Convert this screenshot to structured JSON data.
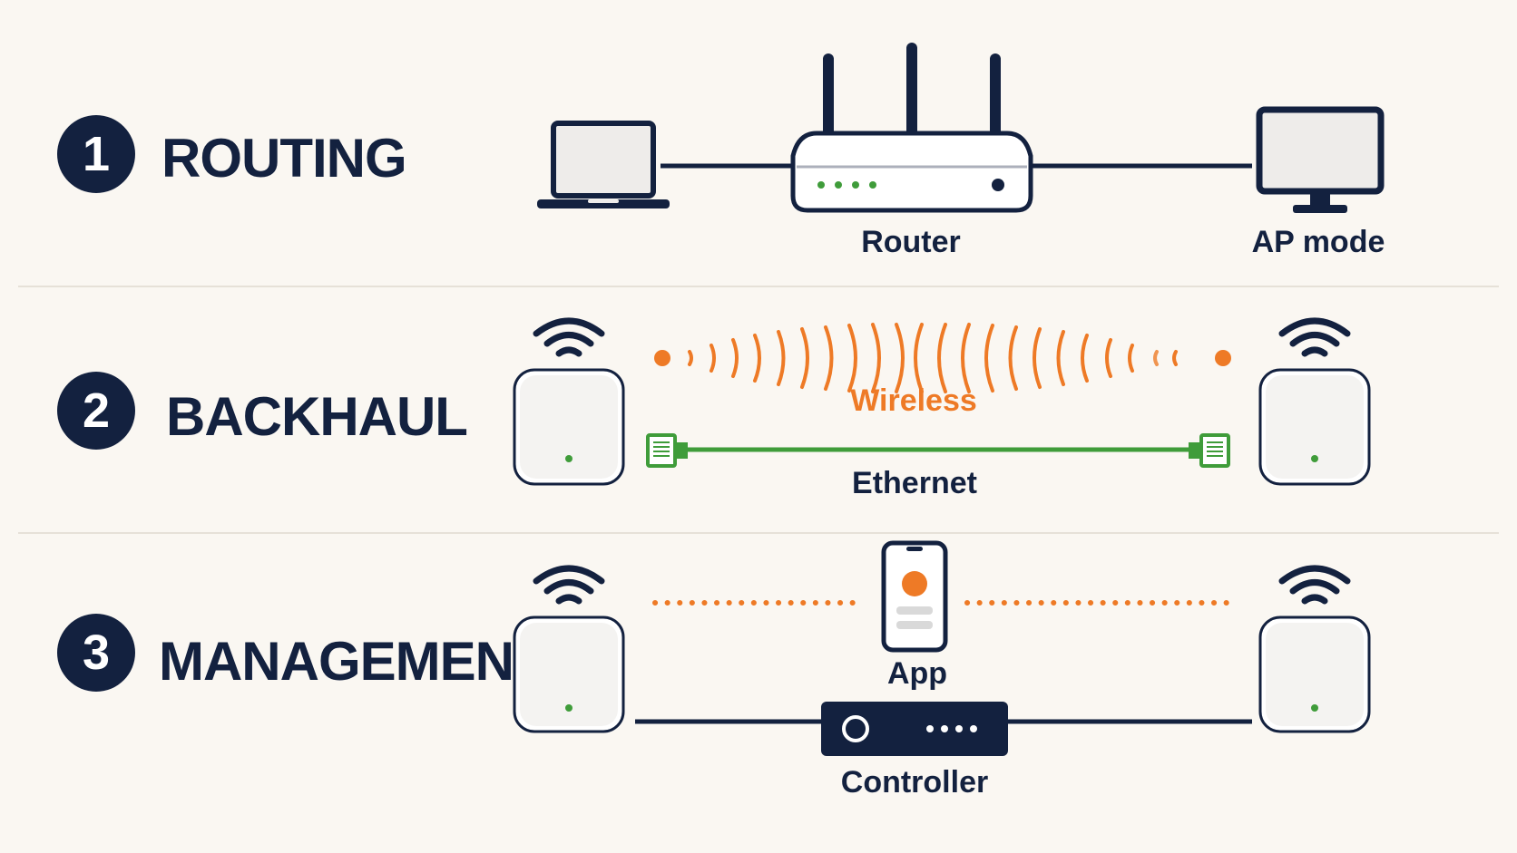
{
  "colors": {
    "navy": "#13213f",
    "orange": "#ee7a26",
    "green": "#3f9c3a",
    "background": "#faf7f2",
    "divider": "#e6e1d8"
  },
  "sections": [
    {
      "number": "1",
      "title": "ROUTING",
      "labels": {
        "center": "Router",
        "right": "AP mode"
      },
      "icons": [
        "laptop-icon",
        "router-icon",
        "monitor-icon"
      ]
    },
    {
      "number": "2",
      "title": "BACKHAUL",
      "labels": {
        "wireless": "Wireless",
        "ethernet": "Ethernet"
      },
      "icons": [
        "access-point-icon",
        "wifi-icon",
        "ethernet-plug-icon"
      ]
    },
    {
      "number": "3",
      "title": "MANAGEMENT",
      "labels": {
        "app": "App",
        "controller": "Controller"
      },
      "icons": [
        "access-point-icon",
        "wifi-icon",
        "phone-app-icon",
        "controller-icon"
      ]
    }
  ]
}
